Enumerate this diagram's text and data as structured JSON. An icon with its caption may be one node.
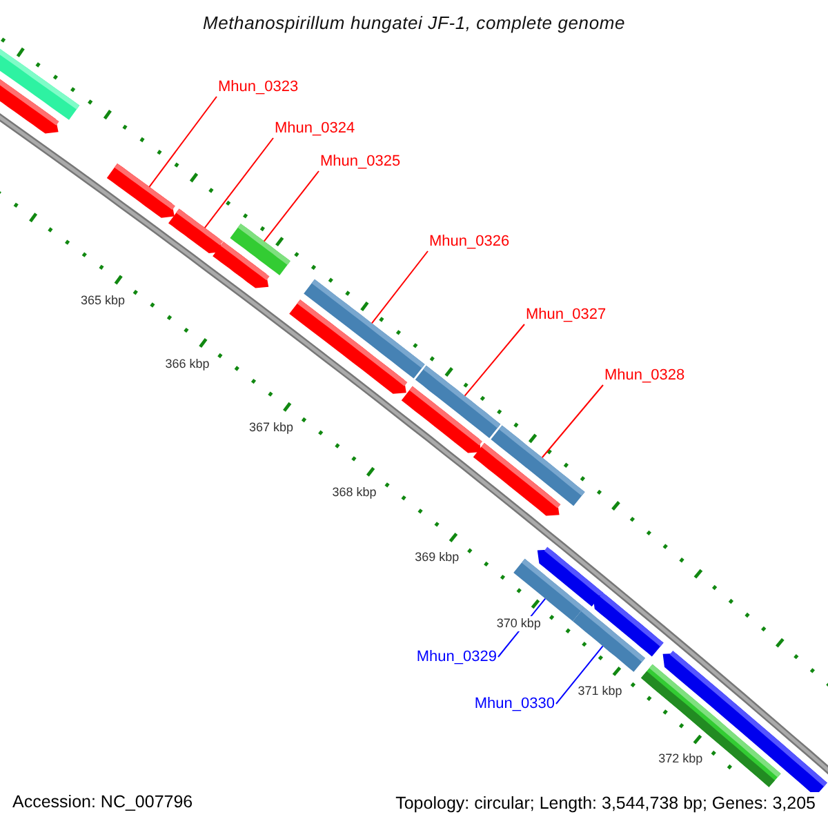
{
  "diagram": {
    "title": "Methanospirillum hungatei JF-1, complete genome",
    "nodes": [
      {
        "text": [
          "Mhun_0323"
        ]
      },
      {
        "text": [
          "Mhun_0324"
        ]
      },
      {
        "text": [
          "Mhun_0325"
        ]
      },
      {
        "text": [
          "Mhun_0326"
        ]
      },
      {
        "text": [
          "Mhun_0327"
        ]
      },
      {
        "text": [
          "Mhun_0328"
        ]
      },
      {
        "text": [
          "Mhun_0329"
        ]
      },
      {
        "text": [
          "Mhun_0330"
        ]
      },
      {
        "text": [],
        "shape": "bar"
      },
      {
        "text": [],
        "shape": "bar"
      },
      {
        "text": [],
        "shape": "bar"
      },
      {
        "text": [],
        "shape": "bar"
      },
      {
        "text": [],
        "shape": "bar"
      },
      {
        "text": [],
        "shape": "bar"
      },
      {
        "text": [],
        "shape": "bar"
      },
      {
        "text": [],
        "shape": "bar"
      },
      {
        "text": [],
        "shape": "bar"
      },
      {
        "text": [],
        "shape": "bar"
      },
      {
        "text": [],
        "shape": "bar"
      },
      {
        "text": [],
        "shape": "bar"
      },
      {
        "text": [],
        "shape": "bar"
      },
      {
        "text": [],
        "shape": "bar"
      },
      {
        "text": [],
        "shape": "bar"
      },
      {
        "text": [],
        "shape": "bar"
      },
      {
        "text": [],
        "shape": "bar"
      },
      {
        "text": [],
        "shape": "bar"
      }
    ],
    "edges": [
      {
        "from": 0,
        "to": 10,
        "arrow": "none"
      },
      {
        "from": 1,
        "to": 11,
        "arrow": "none"
      },
      {
        "from": 2,
        "to": 13,
        "arrow": "none"
      },
      {
        "from": 3,
        "to": 15,
        "arrow": "none"
      },
      {
        "from": 4,
        "to": 17,
        "arrow": "none"
      },
      {
        "from": 5,
        "to": 19,
        "arrow": "none"
      },
      {
        "from": 6,
        "to": 20,
        "arrow": "none",
        "color": "#0000ff"
      },
      {
        "from": 7,
        "to": 22,
        "arrow": "none",
        "color": "#0000ff"
      }
    ],
    "labels": [
      "365 kbp",
      "366 kbp",
      "367 kbp",
      "368 kbp",
      "369 kbp",
      "370 kbp",
      "371 kbp",
      "372 kbp",
      "Accession: NC_007796",
      "Topology: circular; Length: 3,544,738 bp; Genes: 3,205"
    ]
  }
}
